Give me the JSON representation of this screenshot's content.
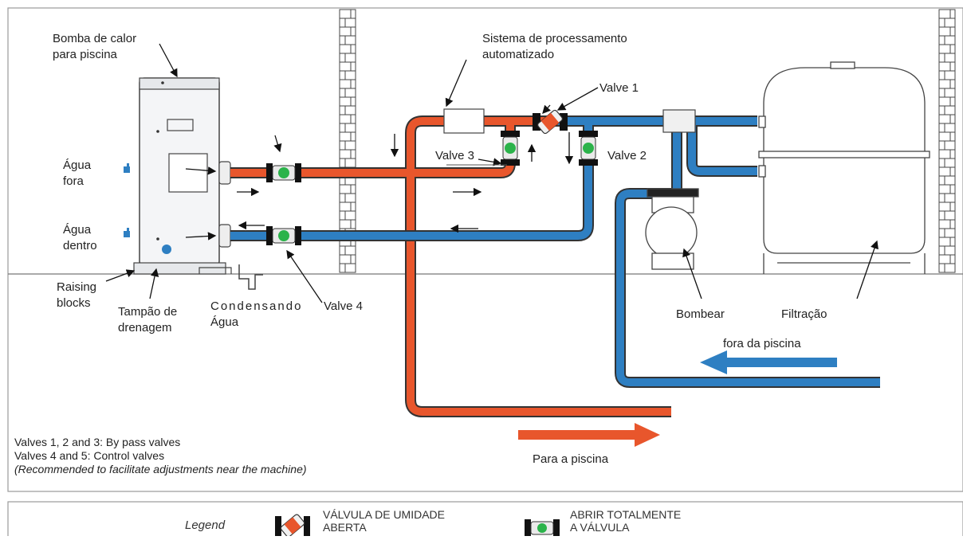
{
  "labels": {
    "heat_pump": [
      "Bomba de calor",
      "para piscina"
    ],
    "water_out": [
      "Água",
      "fora"
    ],
    "water_in": [
      "Água",
      "dentro"
    ],
    "raising_blocks": [
      "Raising",
      "blocks"
    ],
    "drain_plug": [
      "Tampão de",
      "drenagem"
    ],
    "condensing_water": [
      "Condensando",
      "Água"
    ],
    "valve_4": "Valve 4",
    "automation": [
      "Sistema de processamento",
      "automatizado"
    ],
    "valve_1": "Valve 1",
    "valve_2": "Valve 2",
    "valve_3": "Valve 3",
    "pump": "Bombear",
    "filtration": "Filtração",
    "from_pool": "fora da piscina",
    "to_pool": "Para a piscina"
  },
  "notes": {
    "line1": "Valves 1, 2 and 3: By pass valves",
    "line2": "Valves 4 and 5: Control valves",
    "line3": "(Recommended to facilitate adjustments near the machine)"
  },
  "legend": {
    "title": "Legend",
    "item1": [
      "VÁLVULA DE UMIDADE",
      "ABERTA"
    ],
    "item2": [
      "ABRIR TOTALMENTE",
      "A VÁLVULA"
    ]
  },
  "colors": {
    "hot_pipe": "#e8562c",
    "cold_pipe": "#2e7fc2",
    "valve_green": "#2bb34a",
    "border": "#9a9a9a"
  },
  "icons": [
    "heat-pump-icon",
    "pump-icon",
    "filter-tank-icon",
    "valve-icon",
    "arrow-icon",
    "brick-wall-icon",
    "tap-icon"
  ]
}
